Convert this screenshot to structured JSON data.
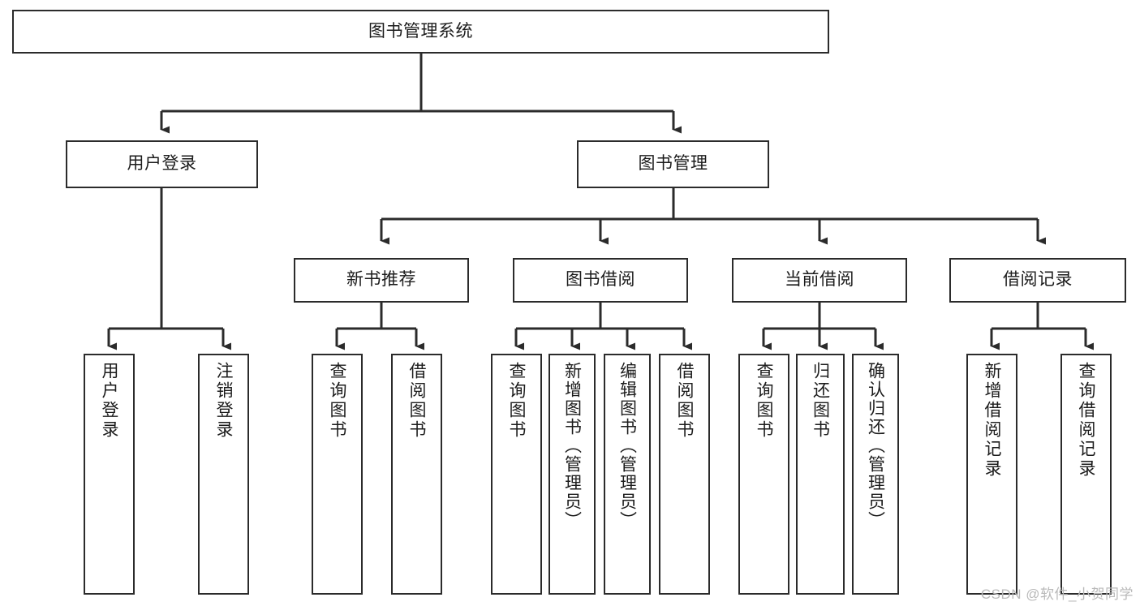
{
  "diagram": {
    "type": "tree-hierarchy",
    "title": "图书管理系统",
    "root": {
      "label": "图书管理系统"
    },
    "level2": [
      {
        "label": "用户登录"
      },
      {
        "label": "图书管理"
      }
    ],
    "level3": [
      {
        "label": "新书推荐"
      },
      {
        "label": "图书借阅"
      },
      {
        "label": "当前借阅"
      },
      {
        "label": "借阅记录"
      }
    ],
    "leaves": {
      "user_login": [
        {
          "label": "用户登录"
        },
        {
          "label": "注销登录"
        }
      ],
      "new_book_recommend": [
        {
          "label": "查询图书"
        },
        {
          "label": "借阅图书"
        }
      ],
      "book_borrow": [
        {
          "label": "查询图书"
        },
        {
          "label": "新增图书（管理员）"
        },
        {
          "label": "编辑图书（管理员）"
        },
        {
          "label": "借阅图书"
        }
      ],
      "current_borrow": [
        {
          "label": "查询图书"
        },
        {
          "label": "归还图书"
        },
        {
          "label": "确认归还（管理员）"
        }
      ],
      "borrow_record": [
        {
          "label": "新增借阅记录"
        },
        {
          "label": "查询借阅记录"
        }
      ]
    },
    "watermark": "CSDN @软件_小贺同学",
    "colors": {
      "stroke": "#2b2b2b",
      "fill": "#ffffff",
      "text": "#1c1c1c",
      "watermark": "#b9b9b9"
    }
  }
}
